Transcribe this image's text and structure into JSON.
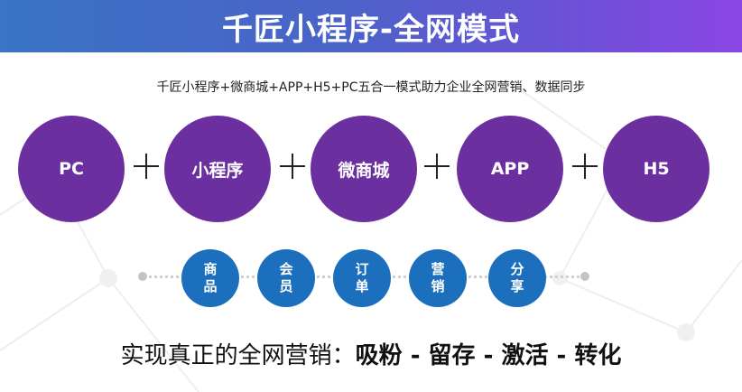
{
  "banner": {
    "title": "千匠小程序-全网模式"
  },
  "subtitle": "千匠小程序+微商城+APP+H5+PC五合一模式助力企业全网营销、数据同步",
  "channels": [
    {
      "label": "PC"
    },
    {
      "label": "小程序"
    },
    {
      "label": "微商城"
    },
    {
      "label": "APP"
    },
    {
      "label": "H5"
    }
  ],
  "features": [
    {
      "label": "商品"
    },
    {
      "label": "会员"
    },
    {
      "label": "订单"
    },
    {
      "label": "营销"
    },
    {
      "label": "分享"
    }
  ],
  "tagline": {
    "prefix": "实现真正的全网营销：",
    "highlight": "吸粉 - 留存 - 激活 - 转化"
  },
  "colors": {
    "channel_circle": "#6b2fa0",
    "feature_circle": "#1c6fbd",
    "banner_start": "#3a74c4",
    "banner_end": "#8a46e4"
  },
  "icons": {
    "plus": "plus-icon"
  }
}
